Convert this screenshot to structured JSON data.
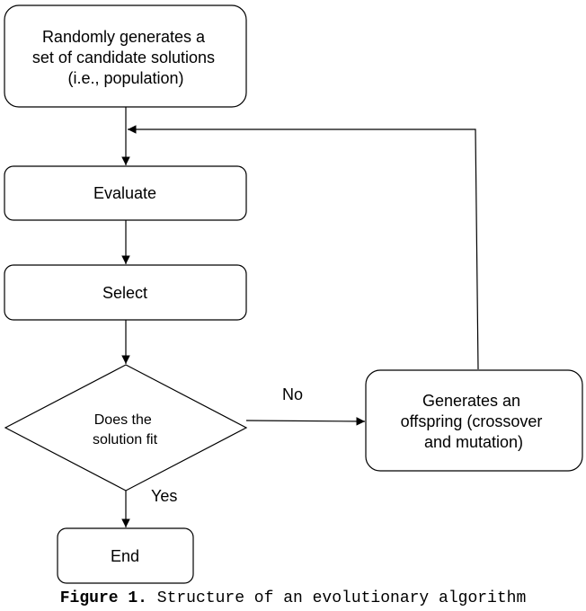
{
  "nodes": {
    "start": [
      "Randomly generates a",
      "set of candidate solutions",
      "(i.e., population)"
    ],
    "evaluate": "Evaluate",
    "select": "Select",
    "decision": [
      "Does the",
      "solution fit"
    ],
    "offspring": [
      "Generates an",
      "offspring (crossover",
      "and mutation)"
    ],
    "end": "End"
  },
  "edges": {
    "no_label": "No",
    "yes_label": "Yes"
  },
  "caption": {
    "label": "Figure 1.",
    "text": "Structure of an evolutionary algorithm"
  }
}
